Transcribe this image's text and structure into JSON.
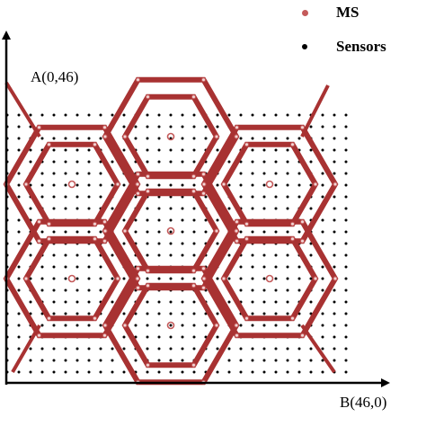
{
  "labels": {
    "origin_top": "A(0,46)",
    "origin_right": "B(46,0)"
  },
  "legend": {
    "ms": "MS",
    "sensors": "Sensors"
  },
  "colors": {
    "hexagon": "#a83232",
    "ms_marker": "#c45a5a",
    "sensor": "#000000",
    "axis": "#000000"
  }
}
